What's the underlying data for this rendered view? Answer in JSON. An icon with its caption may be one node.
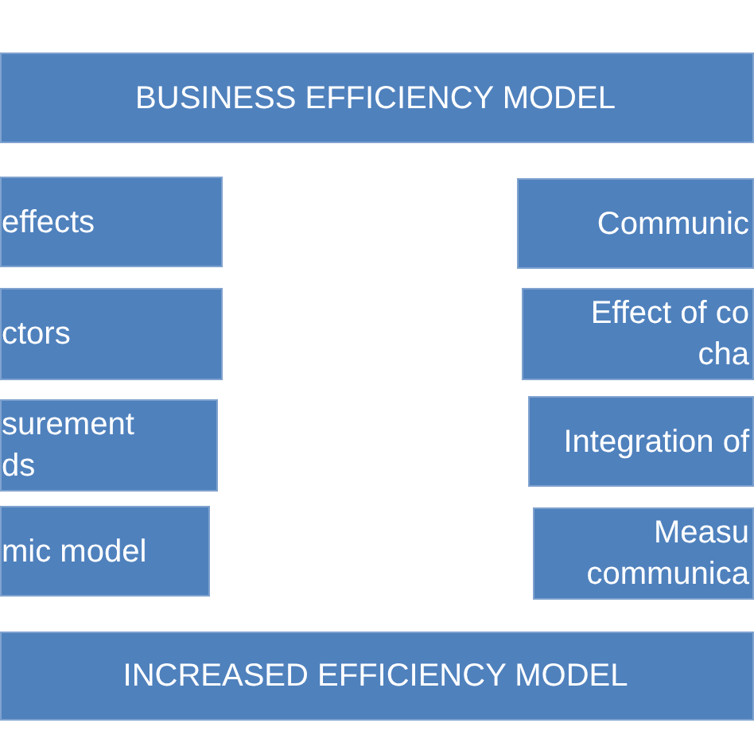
{
  "diagram": {
    "nodes": [
      {
        "text": [
          "BUSINESS EFFICIENCY MODEL"
        ]
      },
      {
        "text": [
          "effects"
        ]
      },
      {
        "text": [
          "ctors"
        ]
      },
      {
        "text": [
          "surement ds"
        ]
      },
      {
        "text": [
          "mic model"
        ]
      },
      {
        "text": [
          "Communic"
        ]
      },
      {
        "text": [
          "Effect of co cha"
        ]
      },
      {
        "text": [
          "Integration of"
        ]
      },
      {
        "text": [
          "Measu communica"
        ]
      },
      {
        "text": [
          "INCREASED EFFICIENCY MODEL"
        ]
      }
    ]
  }
}
